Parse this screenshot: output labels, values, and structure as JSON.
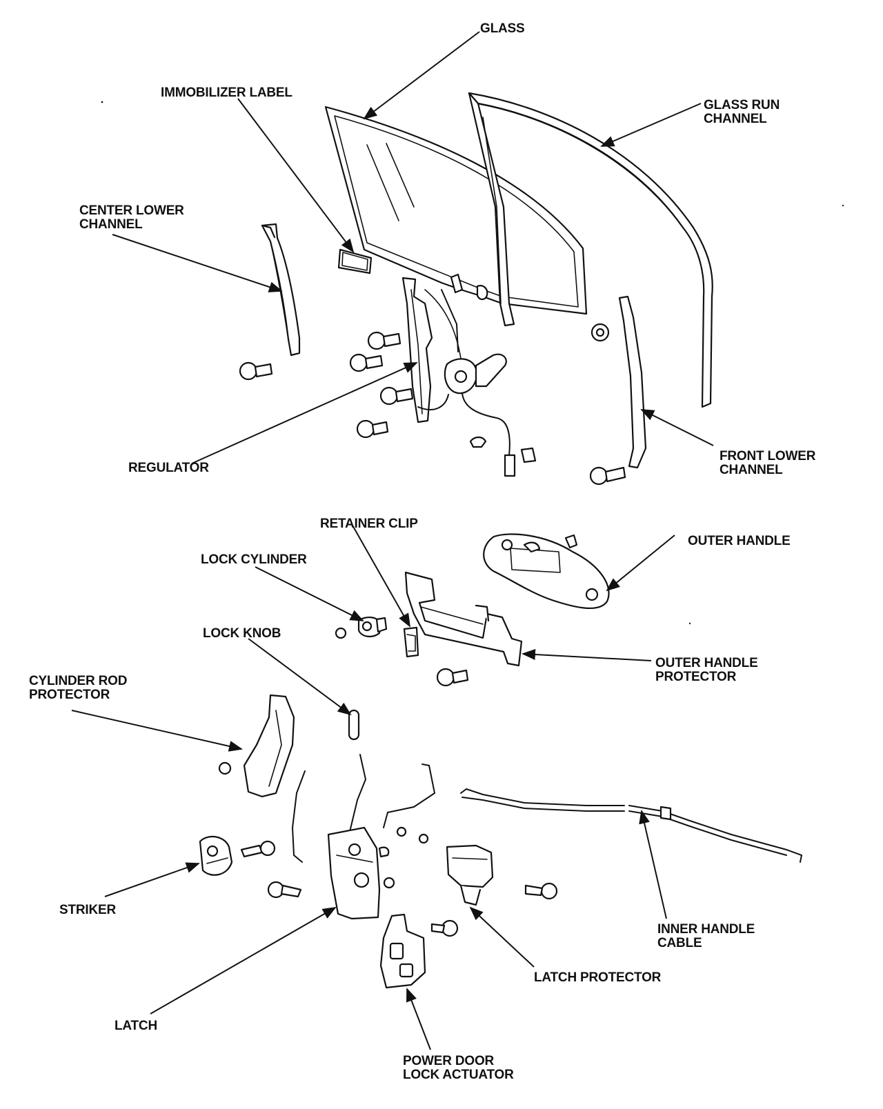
{
  "labels": {
    "glass": "GLASS",
    "immobilizer_label": "IMMOBILIZER LABEL",
    "glass_run_channel": "GLASS RUN\nCHANNEL",
    "center_lower_channel": "CENTER LOWER\nCHANNEL",
    "regulator": "REGULATOR",
    "front_lower_channel": "FRONT LOWER\nCHANNEL",
    "retainer_clip": "RETAINER CLIP",
    "outer_handle": "OUTER HANDLE",
    "lock_cylinder": "LOCK CYLINDER",
    "lock_knob": "LOCK KNOB",
    "outer_handle_protector": "OUTER HANDLE\nPROTECTOR",
    "cylinder_rod_protector": "CYLINDER ROD\nPROTECTOR",
    "striker": "STRIKER",
    "inner_handle_cable": "INNER HANDLE\nCABLE",
    "latch_protector": "LATCH PROTECTOR",
    "latch": "LATCH",
    "power_door_lock_actuator": "POWER DOOR\nLOCK ACTUATOR"
  }
}
